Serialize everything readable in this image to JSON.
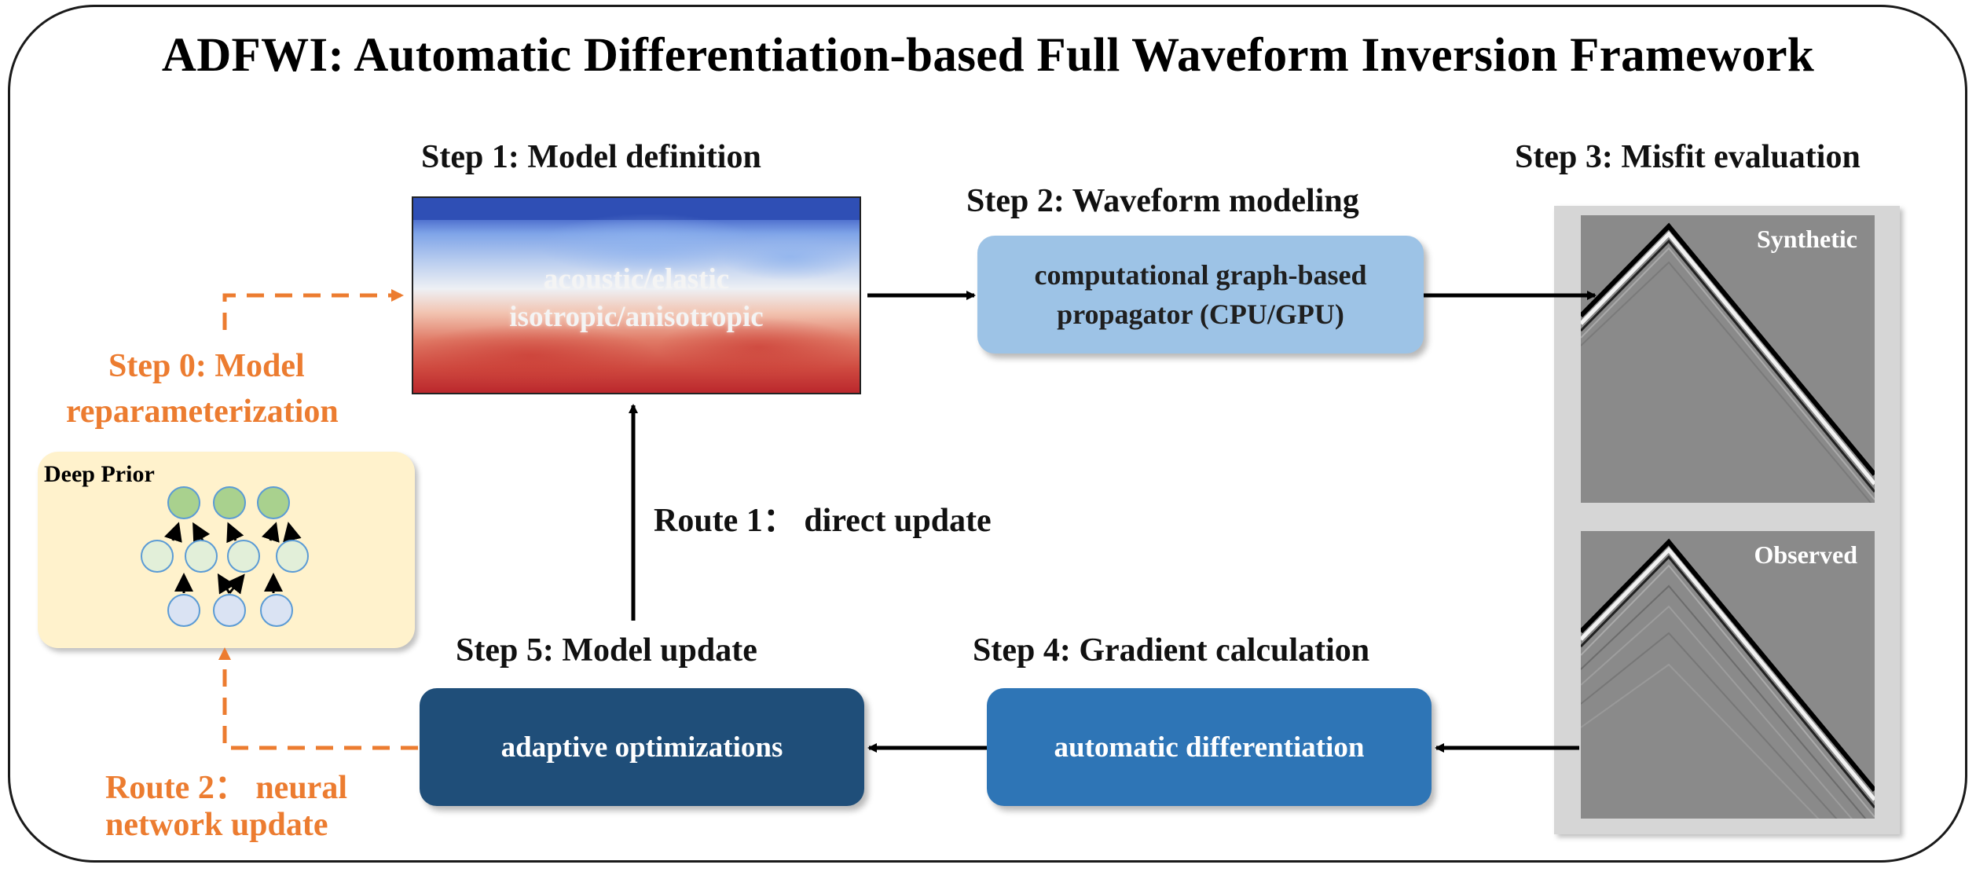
{
  "title": "ADFWI: Automatic Differentiation-based Full Waveform Inversion Framework",
  "step0": {
    "line1": "Step 0: Model",
    "line2": "reparameterization"
  },
  "step1": {
    "label": "Step 1: Model definition",
    "line1": "acoustic/elastic",
    "line2": "isotropic/anisotropic"
  },
  "step2": {
    "label": "Step 2: Waveform modeling",
    "line1": "computational graph-based",
    "line2": "propagator (CPU/GPU)"
  },
  "step3": {
    "label": "Step 3: Misfit evaluation",
    "synthetic": "Synthetic",
    "observed": "Observed"
  },
  "step4": {
    "label": "Step 4: Gradient calculation",
    "box": "automatic differentiation"
  },
  "step5": {
    "label": "Step 5: Model update",
    "box": "adaptive optimizations"
  },
  "route1": "Route 1：  direct update",
  "route2": {
    "line1": "Route 2：  neural",
    "line2": "network update"
  },
  "prior": {
    "title": "Deep Prior"
  },
  "colors": {
    "accent": "#ec7c30",
    "box_light": "#9dc3e6",
    "box_mid": "#2e75b6",
    "box_dark": "#1f4e79",
    "prior_bg": "#fff2cc",
    "node_top": "#a9d18e",
    "node_mid": "#e2efd9",
    "node_bottom": "#dae3f3"
  }
}
